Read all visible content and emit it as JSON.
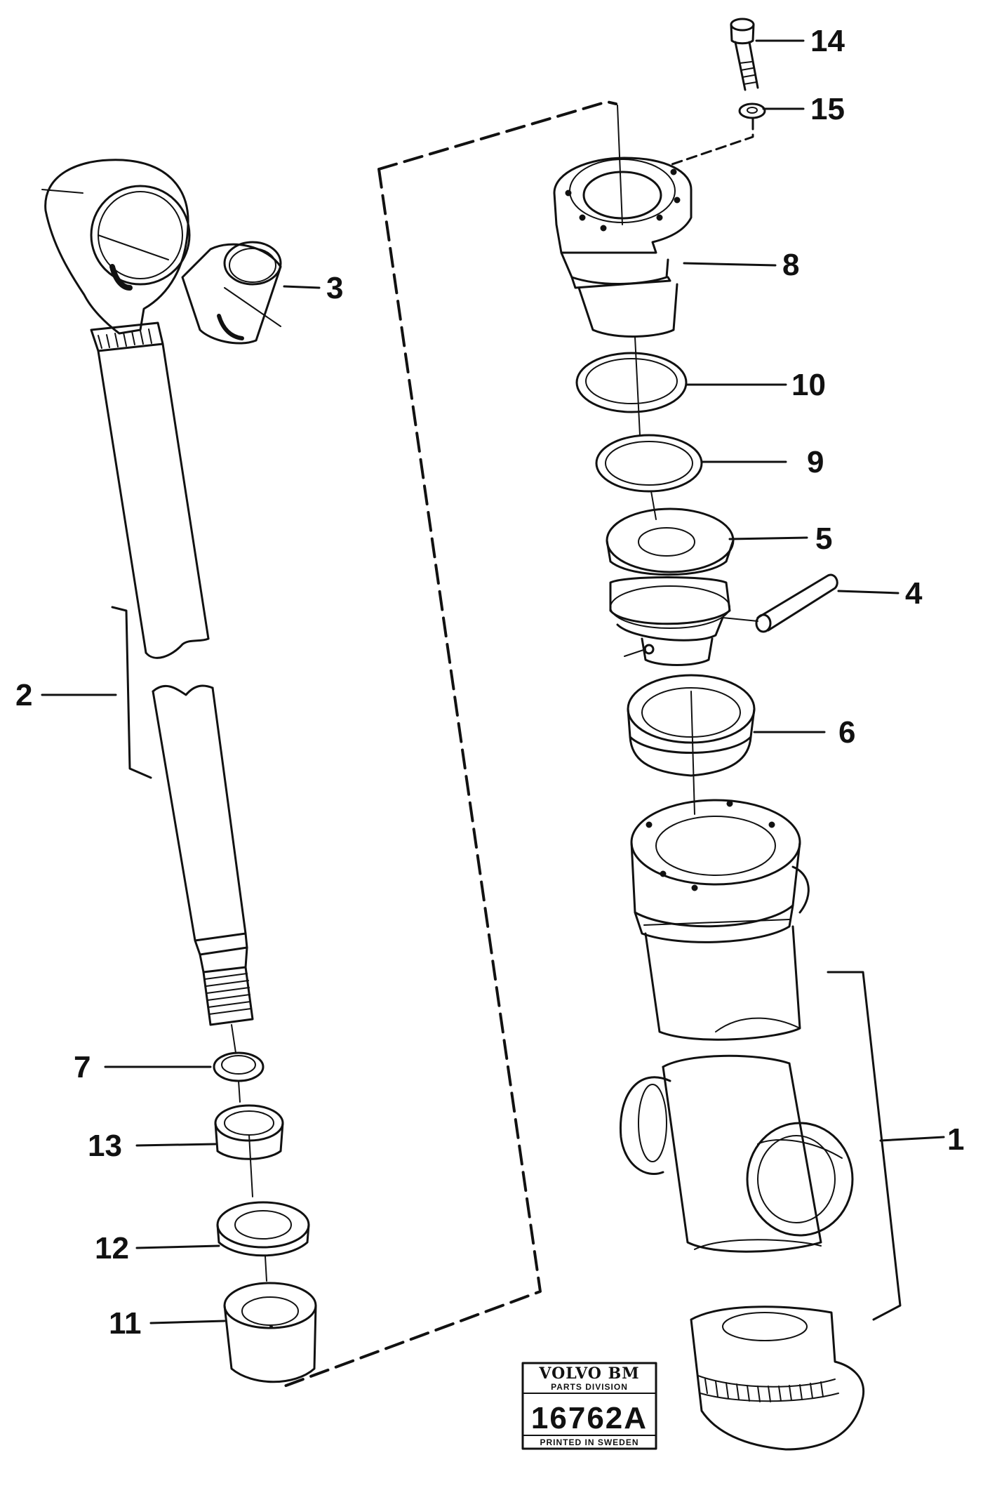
{
  "callouts": {
    "p1": "1",
    "p2": "2",
    "p3": "3",
    "p4": "4",
    "p5": "5",
    "p6": "6",
    "p7": "7",
    "p8": "8",
    "p9": "9",
    "p10": "10",
    "p11": "11",
    "p12": "12",
    "p13": "13",
    "p14": "14",
    "p15": "15"
  },
  "stamp": {
    "brand": "VOLVO BM",
    "division": "PARTS DIVISION",
    "number": "16762A",
    "footer": "PRINTED IN SWEDEN"
  },
  "colors": {
    "ink": "#111111",
    "paper": "#ffffff"
  }
}
